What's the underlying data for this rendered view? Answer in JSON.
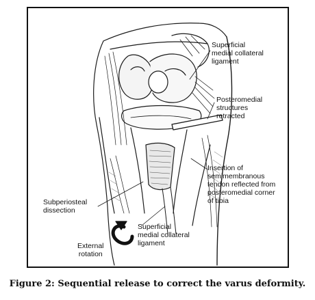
{
  "figure": {
    "labels": {
      "superficial_mcl_top": [
        "Superficial",
        "medial collateral",
        "ligament"
      ],
      "posteromedial": [
        "Posteromedial",
        "structures",
        "retracted"
      ],
      "insertion": [
        "Insertion of",
        "semimembranous",
        "tendon reflected from",
        "posteromedial corner",
        "of tibia"
      ],
      "subperiosteal": [
        "Subperiosteal",
        "dissection"
      ],
      "superficial_mcl_bottom": [
        "Superficial",
        "medial collateral",
        "ligament"
      ],
      "external_rotation": [
        "External",
        "rotation"
      ]
    },
    "caption": "Figure 2: Sequential release to correct the varus deformity."
  }
}
